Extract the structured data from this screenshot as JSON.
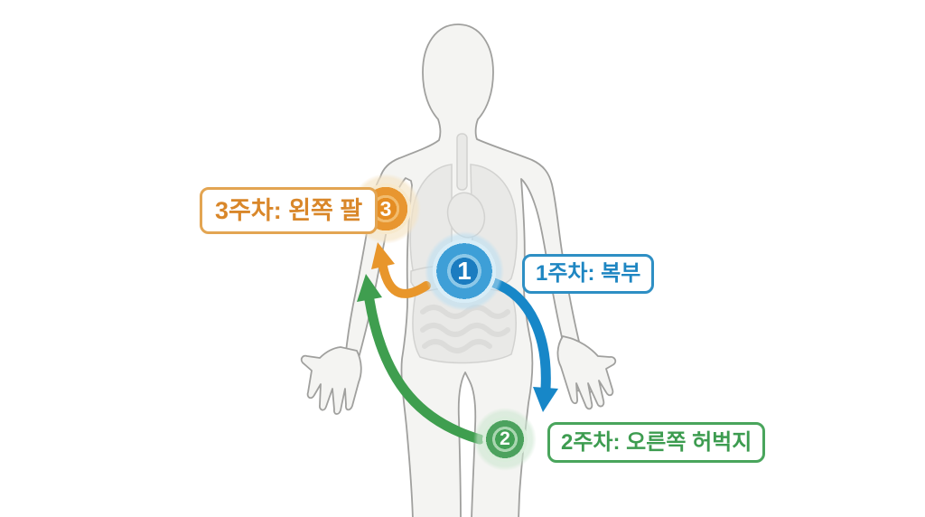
{
  "diagram": {
    "background": "#ffffff",
    "body_figure": "human-body-front-silhouette",
    "sites": [
      {
        "number": "1",
        "label": "1주차: 복부",
        "text_color": "#1e86c2",
        "border_color": "#2e8fc4",
        "marker_center_color": "#1b7cc0",
        "marker_ring_color": "#3e9fd7"
      },
      {
        "number": "2",
        "label": "2주차: 오른쪽 허벅지",
        "text_color": "#3d9c50",
        "border_color": "#49a55c",
        "marker_center_color": "#43a156",
        "marker_ring_color": "#4ca25e"
      },
      {
        "number": "3",
        "label": "3주차: 왼쪽 팔",
        "text_color": "#d9872a",
        "border_color": "#e3a552",
        "marker_center_color": "#e58d23",
        "marker_ring_color": "#e89630"
      }
    ],
    "arrows": [
      {
        "route": "site1-to-site2",
        "color": "#1787c8"
      },
      {
        "route": "site2-to-site3",
        "color": "#3f9e4f"
      },
      {
        "route": "into-site3",
        "color": "#e8962b"
      }
    ],
    "silhouette": {
      "fill": "#f4f4f2",
      "outline": "#a0a09e",
      "organ_fill": "#e9e9e7",
      "organ_outline": "#d2d2d0"
    }
  }
}
